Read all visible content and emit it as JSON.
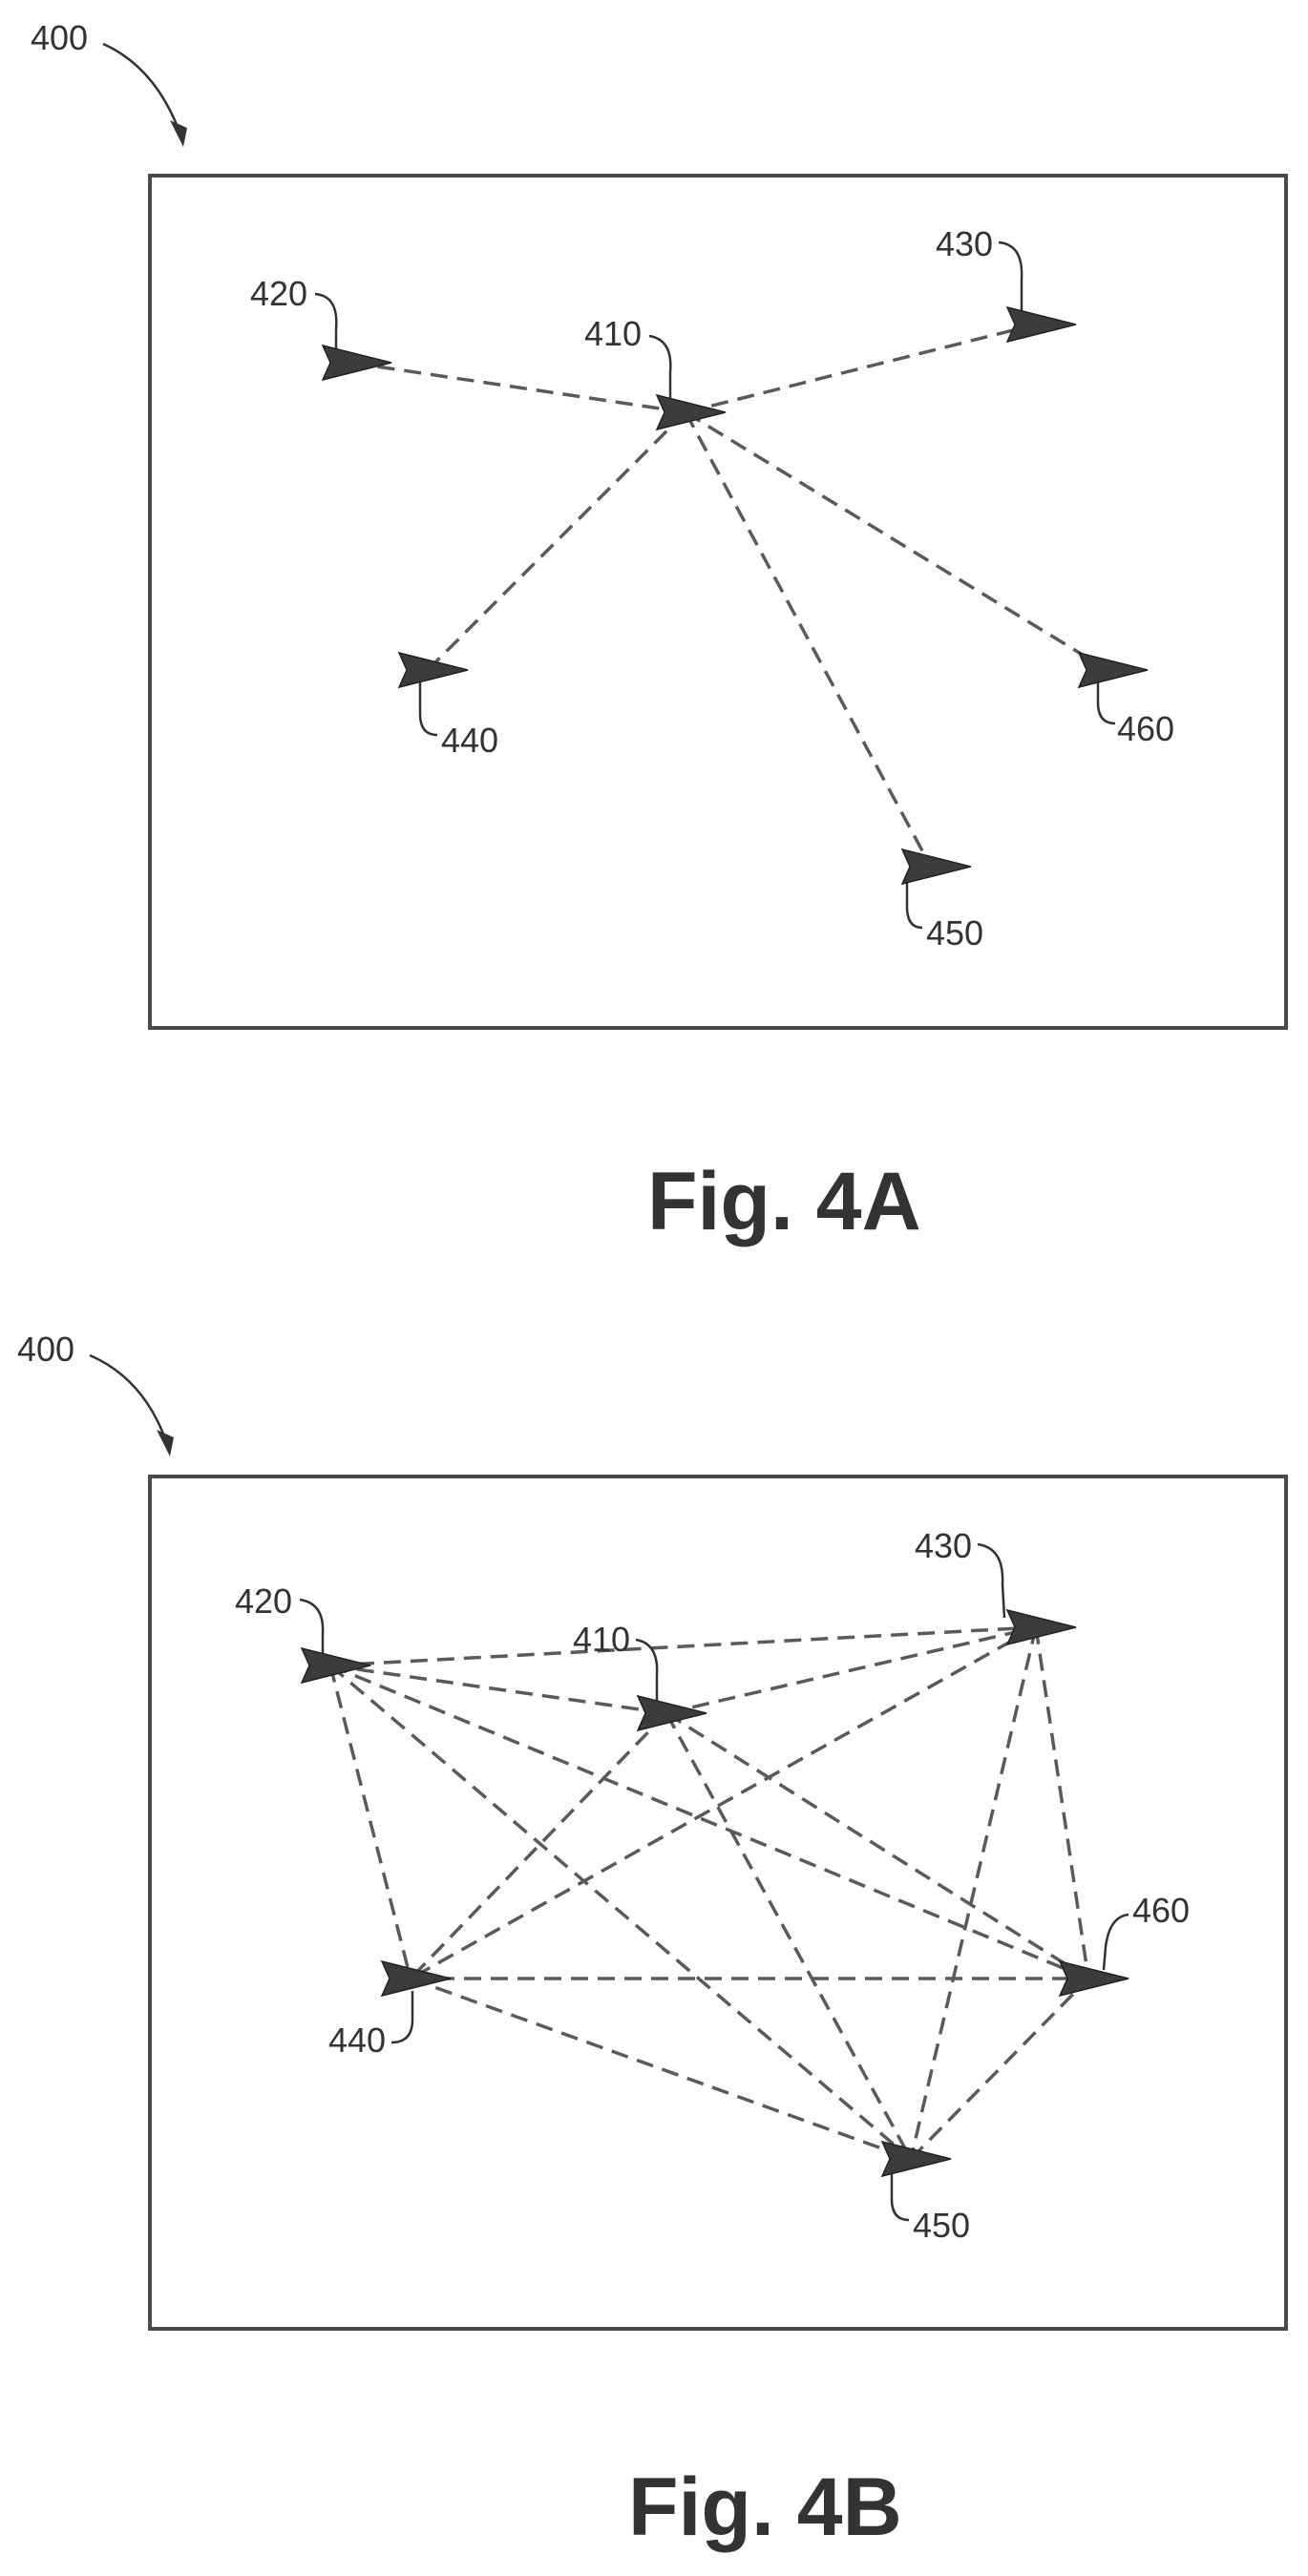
{
  "figures": [
    {
      "id": "4A",
      "caption": "Fig. 4A",
      "assembly_ref": "400",
      "nodes": [
        {
          "id": "410",
          "label": "410"
        },
        {
          "id": "420",
          "label": "420"
        },
        {
          "id": "430",
          "label": "430"
        },
        {
          "id": "440",
          "label": "440"
        },
        {
          "id": "450",
          "label": "450"
        },
        {
          "id": "460",
          "label": "460"
        }
      ],
      "connections": [
        [
          "410",
          "420"
        ],
        [
          "410",
          "430"
        ],
        [
          "410",
          "440"
        ],
        [
          "410",
          "450"
        ],
        [
          "410",
          "460"
        ]
      ]
    },
    {
      "id": "4B",
      "caption": "Fig. 4B",
      "assembly_ref": "400",
      "nodes": [
        {
          "id": "410",
          "label": "410"
        },
        {
          "id": "420",
          "label": "420"
        },
        {
          "id": "430",
          "label": "430"
        },
        {
          "id": "440",
          "label": "440"
        },
        {
          "id": "450",
          "label": "450"
        },
        {
          "id": "460",
          "label": "460"
        }
      ],
      "connections": [
        [
          "420",
          "410"
        ],
        [
          "420",
          "430"
        ],
        [
          "420",
          "440"
        ],
        [
          "420",
          "450"
        ],
        [
          "420",
          "460"
        ],
        [
          "410",
          "430"
        ],
        [
          "410",
          "440"
        ],
        [
          "410",
          "450"
        ],
        [
          "410",
          "460"
        ],
        [
          "430",
          "440"
        ],
        [
          "430",
          "450"
        ],
        [
          "430",
          "460"
        ],
        [
          "440",
          "450"
        ],
        [
          "440",
          "460"
        ],
        [
          "450",
          "460"
        ]
      ]
    }
  ]
}
